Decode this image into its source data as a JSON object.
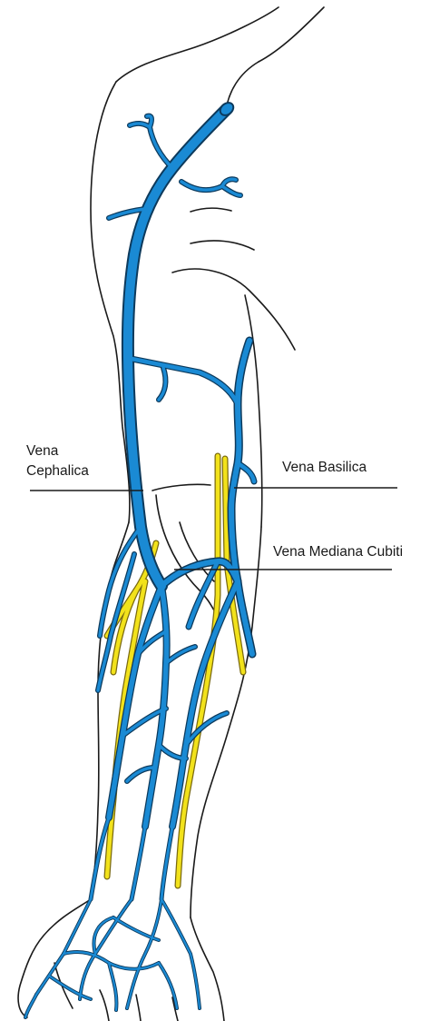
{
  "labels": {
    "cephalica_line1": "Vena",
    "cephalica_line2": "Cephalica",
    "basilica": "Vena Basilica",
    "mediana_cubiti": "Vena Mediana Cubiti"
  },
  "colors": {
    "vein": "#1a8ad4",
    "vein_outline": "#0d3a5c",
    "nerve": "#f2e21b",
    "nerve_outline": "#7a6a10",
    "outline": "#1a1a1a",
    "background": "#ffffff"
  }
}
